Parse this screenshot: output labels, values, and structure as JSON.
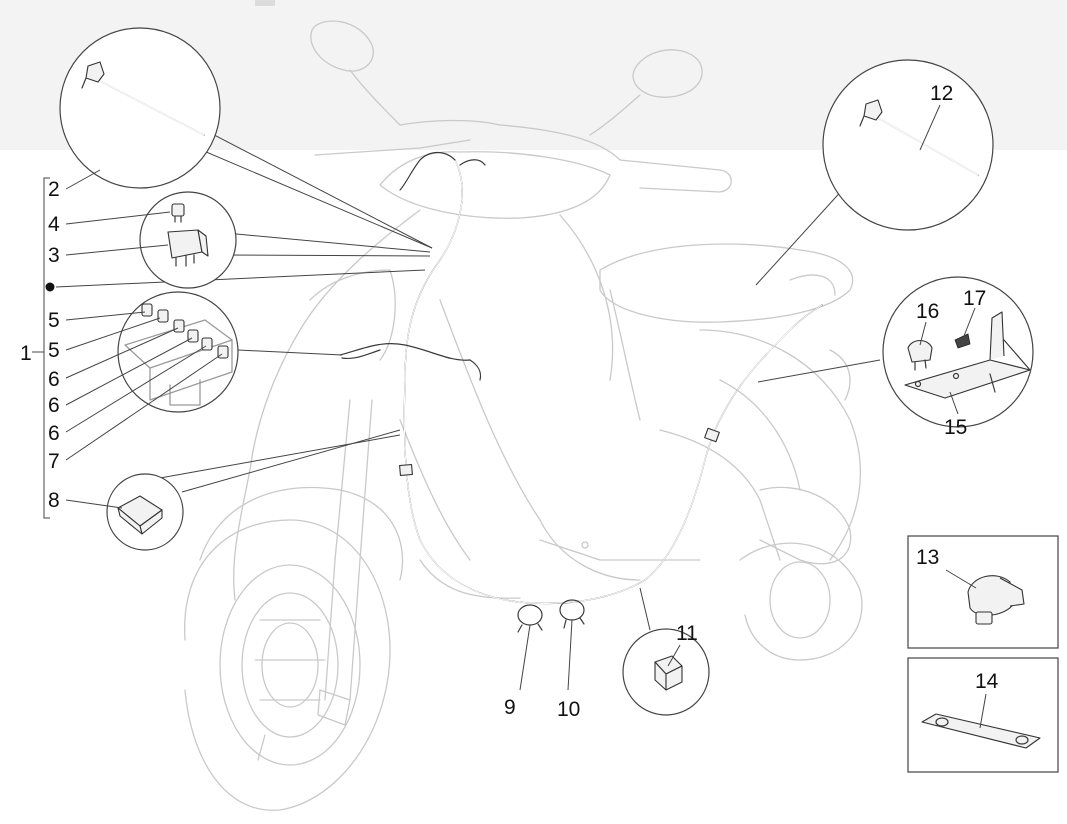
{
  "callouts": {
    "c1": "1",
    "c2": "2",
    "c3": "3",
    "c4": "4",
    "c5a": "5",
    "c5b": "5",
    "c6a": "6",
    "c6b": "6",
    "c6c": "6",
    "c7": "7",
    "c8": "8",
    "c9": "9",
    "c10": "10",
    "c11": "11",
    "c12": "12",
    "c13": "13",
    "c14": "14",
    "c15": "15",
    "c16": "16",
    "c17": "17"
  },
  "colors": {
    "ghost_outline": "#c9c9c9",
    "ink": "#333333",
    "background": "#ffffff"
  }
}
